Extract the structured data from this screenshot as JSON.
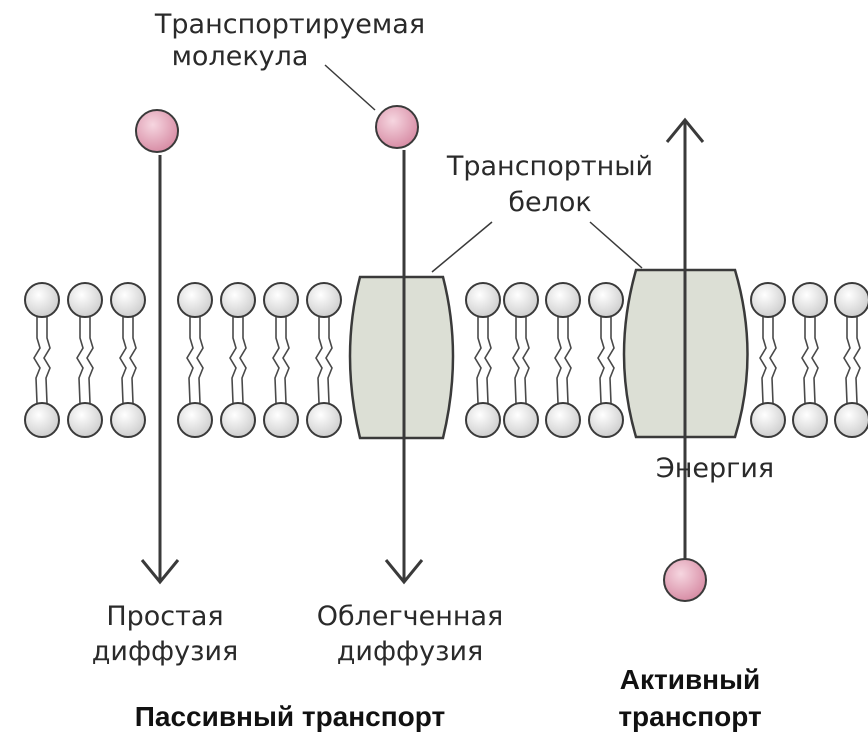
{
  "labels": {
    "transported_molecule": [
      "Транспортируемая",
      "молекула"
    ],
    "transport_protein": [
      "Транспортный",
      "белок"
    ],
    "energy": "Энергия",
    "simple_diffusion": [
      "Простая",
      "диффузия"
    ],
    "facilitated_diffusion": [
      "Облегченная",
      "диффузия"
    ],
    "active_transport": [
      "Активный",
      "транспорт"
    ],
    "passive_transport": "Пассивный транспорт"
  },
  "colors": {
    "molecule": "#e2a7b8",
    "protein": "#dcdfd5",
    "lipid_head": "#e6e6e6",
    "outline": "#3a3a3a"
  }
}
